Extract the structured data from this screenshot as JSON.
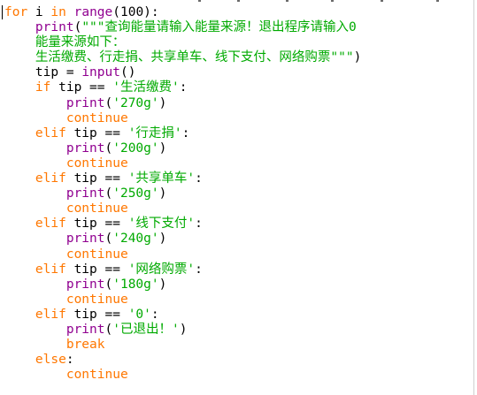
{
  "colors": {
    "keyword": "#ff7700",
    "builtin": "#900090",
    "string": "#00aa00",
    "plain": "#000000",
    "background": "#ffffff"
  },
  "code_lines": [
    [
      {
        "t": "kw",
        "v": "for"
      },
      {
        "t": "plain",
        "v": " i "
      },
      {
        "t": "kw",
        "v": "in"
      },
      {
        "t": "plain",
        "v": " "
      },
      {
        "t": "bi",
        "v": "range"
      },
      {
        "t": "plain",
        "v": "(100):"
      }
    ],
    [
      {
        "t": "plain",
        "v": "    "
      },
      {
        "t": "bi",
        "v": "print"
      },
      {
        "t": "plain",
        "v": "("
      },
      {
        "t": "str",
        "v": "\"\"\"查询能量请输入能量来源！退出程序请输入0"
      }
    ],
    [
      {
        "t": "str",
        "v": "    能量来源如下："
      }
    ],
    [
      {
        "t": "str",
        "v": "    生活缴费、行走捐、共享单车、线下支付、网络购票\"\"\""
      },
      {
        "t": "plain",
        "v": ")"
      }
    ],
    [
      {
        "t": "plain",
        "v": "    tip = "
      },
      {
        "t": "bi",
        "v": "input"
      },
      {
        "t": "plain",
        "v": "()"
      }
    ],
    [
      {
        "t": "plain",
        "v": "    "
      },
      {
        "t": "kw",
        "v": "if"
      },
      {
        "t": "plain",
        "v": " tip == "
      },
      {
        "t": "str",
        "v": "'生活缴费'"
      },
      {
        "t": "plain",
        "v": ":"
      }
    ],
    [
      {
        "t": "plain",
        "v": "        "
      },
      {
        "t": "bi",
        "v": "print"
      },
      {
        "t": "plain",
        "v": "("
      },
      {
        "t": "str",
        "v": "'270g'"
      },
      {
        "t": "plain",
        "v": ")"
      }
    ],
    [
      {
        "t": "plain",
        "v": "        "
      },
      {
        "t": "kw",
        "v": "continue"
      }
    ],
    [
      {
        "t": "plain",
        "v": "    "
      },
      {
        "t": "kw",
        "v": "elif"
      },
      {
        "t": "plain",
        "v": " tip == "
      },
      {
        "t": "str",
        "v": "'行走捐'"
      },
      {
        "t": "plain",
        "v": ":"
      }
    ],
    [
      {
        "t": "plain",
        "v": "        "
      },
      {
        "t": "bi",
        "v": "print"
      },
      {
        "t": "plain",
        "v": "("
      },
      {
        "t": "str",
        "v": "'200g'"
      },
      {
        "t": "plain",
        "v": ")"
      }
    ],
    [
      {
        "t": "plain",
        "v": "        "
      },
      {
        "t": "kw",
        "v": "continue"
      }
    ],
    [
      {
        "t": "plain",
        "v": "    "
      },
      {
        "t": "kw",
        "v": "elif"
      },
      {
        "t": "plain",
        "v": " tip == "
      },
      {
        "t": "str",
        "v": "'共享单车'"
      },
      {
        "t": "plain",
        "v": ":"
      }
    ],
    [
      {
        "t": "plain",
        "v": "        "
      },
      {
        "t": "bi",
        "v": "print"
      },
      {
        "t": "plain",
        "v": "("
      },
      {
        "t": "str",
        "v": "'250g'"
      },
      {
        "t": "plain",
        "v": ")"
      }
    ],
    [
      {
        "t": "plain",
        "v": "        "
      },
      {
        "t": "kw",
        "v": "continue"
      }
    ],
    [
      {
        "t": "plain",
        "v": "    "
      },
      {
        "t": "kw",
        "v": "elif"
      },
      {
        "t": "plain",
        "v": " tip == "
      },
      {
        "t": "str",
        "v": "'线下支付'"
      },
      {
        "t": "plain",
        "v": ":"
      }
    ],
    [
      {
        "t": "plain",
        "v": "        "
      },
      {
        "t": "bi",
        "v": "print"
      },
      {
        "t": "plain",
        "v": "("
      },
      {
        "t": "str",
        "v": "'240g'"
      },
      {
        "t": "plain",
        "v": ")"
      }
    ],
    [
      {
        "t": "plain",
        "v": "        "
      },
      {
        "t": "kw",
        "v": "continue"
      }
    ],
    [
      {
        "t": "plain",
        "v": "    "
      },
      {
        "t": "kw",
        "v": "elif"
      },
      {
        "t": "plain",
        "v": " tip == "
      },
      {
        "t": "str",
        "v": "'网络购票'"
      },
      {
        "t": "plain",
        "v": ":"
      }
    ],
    [
      {
        "t": "plain",
        "v": "        "
      },
      {
        "t": "bi",
        "v": "print"
      },
      {
        "t": "plain",
        "v": "("
      },
      {
        "t": "str",
        "v": "'180g'"
      },
      {
        "t": "plain",
        "v": ")"
      }
    ],
    [
      {
        "t": "plain",
        "v": "        "
      },
      {
        "t": "kw",
        "v": "continue"
      }
    ],
    [
      {
        "t": "plain",
        "v": "    "
      },
      {
        "t": "kw",
        "v": "elif"
      },
      {
        "t": "plain",
        "v": " tip == "
      },
      {
        "t": "str",
        "v": "'0'"
      },
      {
        "t": "plain",
        "v": ":"
      }
    ],
    [
      {
        "t": "plain",
        "v": "        "
      },
      {
        "t": "bi",
        "v": "print"
      },
      {
        "t": "plain",
        "v": "("
      },
      {
        "t": "str",
        "v": "'已退出！'"
      },
      {
        "t": "plain",
        "v": ")"
      }
    ],
    [
      {
        "t": "plain",
        "v": "        "
      },
      {
        "t": "kw",
        "v": "break"
      }
    ],
    [
      {
        "t": "plain",
        "v": "    "
      },
      {
        "t": "kw",
        "v": "else"
      },
      {
        "t": "plain",
        "v": ":"
      }
    ],
    [
      {
        "t": "plain",
        "v": "        "
      },
      {
        "t": "kw",
        "v": "continue"
      }
    ]
  ]
}
